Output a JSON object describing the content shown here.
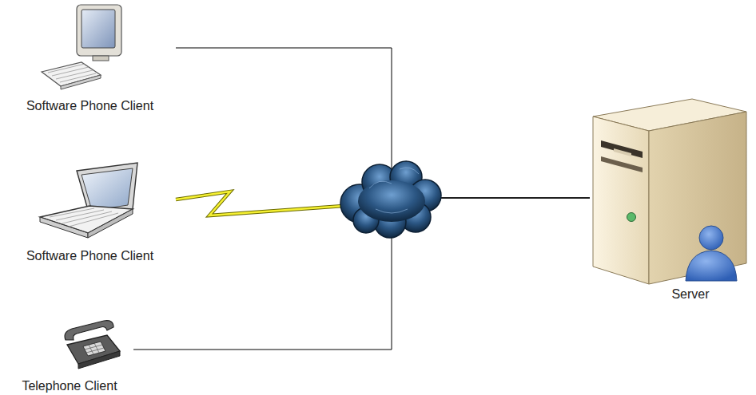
{
  "diagram": {
    "nodes": [
      {
        "text": [
          "Software Phone Client"
        ]
      },
      {
        "text": [
          "Software Phone Client"
        ]
      },
      {
        "text": [
          "Telephone Client"
        ]
      },
      {
        "text": [
          "Server"
        ]
      }
    ],
    "edges": [
      {
        "from": 0,
        "to": 3,
        "arrow": "none"
      },
      {
        "from": 1,
        "to": 3,
        "arrow": "none"
      },
      {
        "from": 2,
        "to": 3,
        "arrow": "none"
      }
    ]
  }
}
